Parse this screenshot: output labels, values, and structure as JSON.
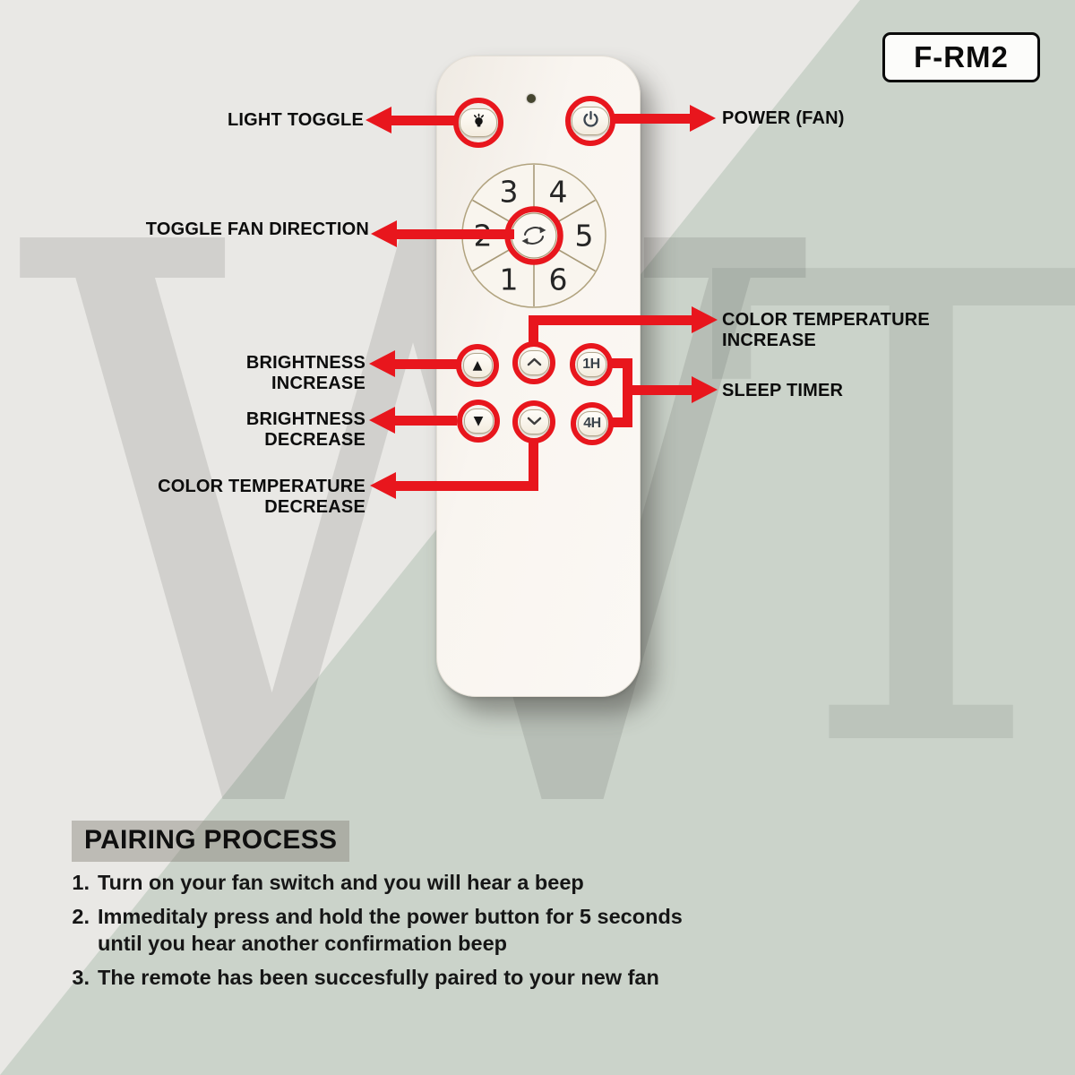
{
  "badge": {
    "model": "F-RM2"
  },
  "watermark": {
    "left_letter": "W",
    "right_letter": "T"
  },
  "annotations": {
    "light_toggle": "LIGHT TOGGLE",
    "power_fan": "POWER (FAN)",
    "toggle_fan_direction": "TOGGLE FAN DIRECTION",
    "brightness_increase": [
      "BRIGHTNESS",
      "INCREASE"
    ],
    "brightness_decrease": [
      "BRIGHTNESS",
      "DECREASE"
    ],
    "color_temperature_increase": [
      "COLOR TEMPERATURE",
      "INCREASE"
    ],
    "color_temperature_decrease": [
      "COLOR TEMPERATURE",
      "DECREASE"
    ],
    "sleep_timer": "SLEEP TIMER"
  },
  "remote": {
    "dial_numbers": [
      "3",
      "4",
      "2",
      "5",
      "1",
      "6"
    ],
    "buttons": {
      "timer_1h": "1H",
      "timer_4h": "4H"
    },
    "glyphs": {
      "triangle_up": "▲",
      "triangle_down": "▼"
    }
  },
  "icons": {
    "light": "bulb-icon",
    "power": "power-icon",
    "center_dial": "fan-direction-cycle-icon",
    "color_temp_up": "chevron-up-icon",
    "color_temp_down": "chevron-down-icon",
    "led": "led-indicator-dot"
  },
  "pairing": {
    "heading": "PAIRING PROCESS",
    "steps": [
      {
        "num": "1.",
        "lines": [
          "Turn on your fan switch and you will hear a beep"
        ]
      },
      {
        "num": "2.",
        "lines": [
          "Immeditaly press and hold the power button for 5 seconds",
          "until you hear another confirmation beep"
        ]
      },
      {
        "num": "3.",
        "lines": [
          "The remote has been succesfully paired to your new fan"
        ]
      }
    ]
  },
  "colors": {
    "accent_red": "#E8161D",
    "background_gray": "#E9E8E5",
    "background_green": "#CBD3CA",
    "remote_body": "#F9F5F0"
  }
}
